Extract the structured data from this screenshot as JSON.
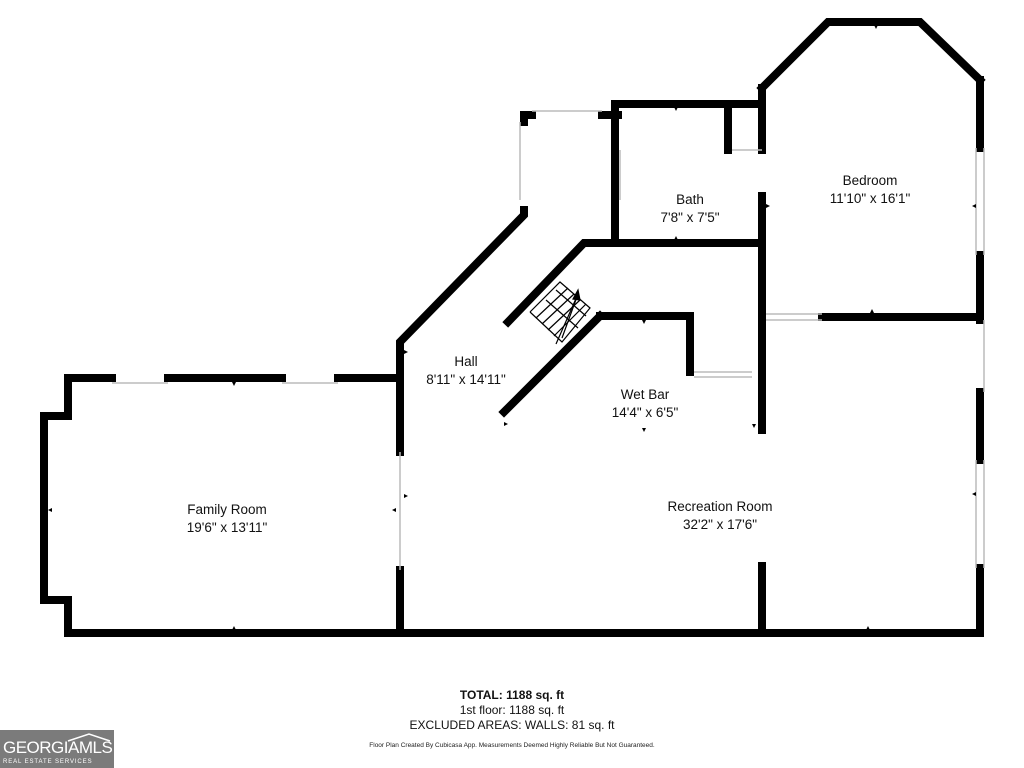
{
  "rooms": {
    "bedroom": {
      "name": "Bedroom",
      "dims": "11'10\" x 16'1\""
    },
    "bath": {
      "name": "Bath",
      "dims": "7'8\" x 7'5\""
    },
    "hall": {
      "name": "Hall",
      "dims": "8'11\" x 14'11\""
    },
    "wet_bar": {
      "name": "Wet Bar",
      "dims": "14'4\" x 6'5\""
    },
    "family_room": {
      "name": "Family Room",
      "dims": "19'6\" x 13'11\""
    },
    "recreation_room": {
      "name": "Recreation Room",
      "dims": "32'2\" x 17'6\""
    }
  },
  "summary": {
    "total": "TOTAL: 1188 sq. ft",
    "floor1": "1st floor: 1188 sq. ft",
    "excluded": "EXCLUDED AREAS: WALLS: 81 sq. ft"
  },
  "credit": "Floor Plan Created By Cubicasa App. Measurements Deemed Highly Reliable But Not Guaranteed.",
  "logo": {
    "brand": "GEORGIAMLS",
    "tagline": "REAL ESTATE SERVICES",
    "background": "#7b7b7b"
  },
  "colors": {
    "wall": "#000000",
    "opening": "#bbbbbb"
  }
}
